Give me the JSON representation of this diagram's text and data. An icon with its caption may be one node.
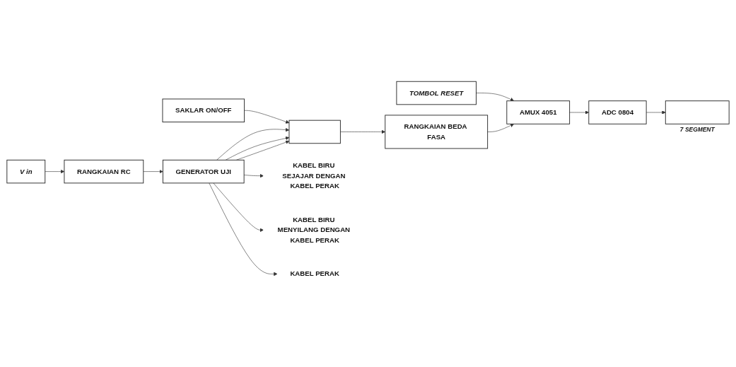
{
  "diagram": {
    "nodes": [
      {
        "text": [
          "V in"
        ]
      },
      {
        "text": [
          "RANGKAIAN RC"
        ]
      },
      {
        "text": [
          "GENERATOR UJI"
        ]
      },
      {
        "text": [
          "SAKLAR ON/OFF"
        ]
      },
      {
        "text": [],
        "shape": "box"
      },
      {
        "text": [
          "KABEL BIRU SEJAJAR DENGAN KABEL PERAK"
        ]
      },
      {
        "text": [
          "KABEL BIRU MENYILANG DENGAN KABEL PERAK"
        ]
      },
      {
        "text": [
          "KABEL PERAK"
        ]
      },
      {
        "text": [
          "RANGKAIAN BEDA FASA"
        ]
      },
      {
        "text": [
          "TOMBOL RESET"
        ]
      },
      {
        "text": [
          "AMUX 4051"
        ]
      },
      {
        "text": [
          "ADC 0804"
        ]
      },
      {
        "text": [],
        "shape": "box",
        "beside": [
          "7 SEGMENT"
        ]
      }
    ],
    "edges": [
      {
        "from": 0,
        "to": 1,
        "arrow": "to"
      },
      {
        "from": 1,
        "to": 2,
        "arrow": "to"
      },
      {
        "from": 2,
        "to": 4,
        "arrow": "to"
      },
      {
        "from": 2,
        "to": 4,
        "arrow": "to"
      },
      {
        "from": 2,
        "to": 5,
        "arrow": "to"
      },
      {
        "from": 2,
        "to": 6,
        "arrow": "to"
      },
      {
        "from": 2,
        "to": 4,
        "arrow": "to"
      },
      {
        "from": 2,
        "to": 7,
        "arrow": "to"
      },
      {
        "from": 3,
        "to": 4,
        "arrow": "to"
      },
      {
        "from": 4,
        "to": 8,
        "arrow": "to"
      },
      {
        "from": 8,
        "to": 10,
        "arrow": "to"
      },
      {
        "from": 9,
        "to": 10,
        "arrow": "to"
      },
      {
        "from": 10,
        "to": 11,
        "arrow": "to"
      },
      {
        "from": 11,
        "to": 12,
        "arrow": "to"
      }
    ]
  }
}
